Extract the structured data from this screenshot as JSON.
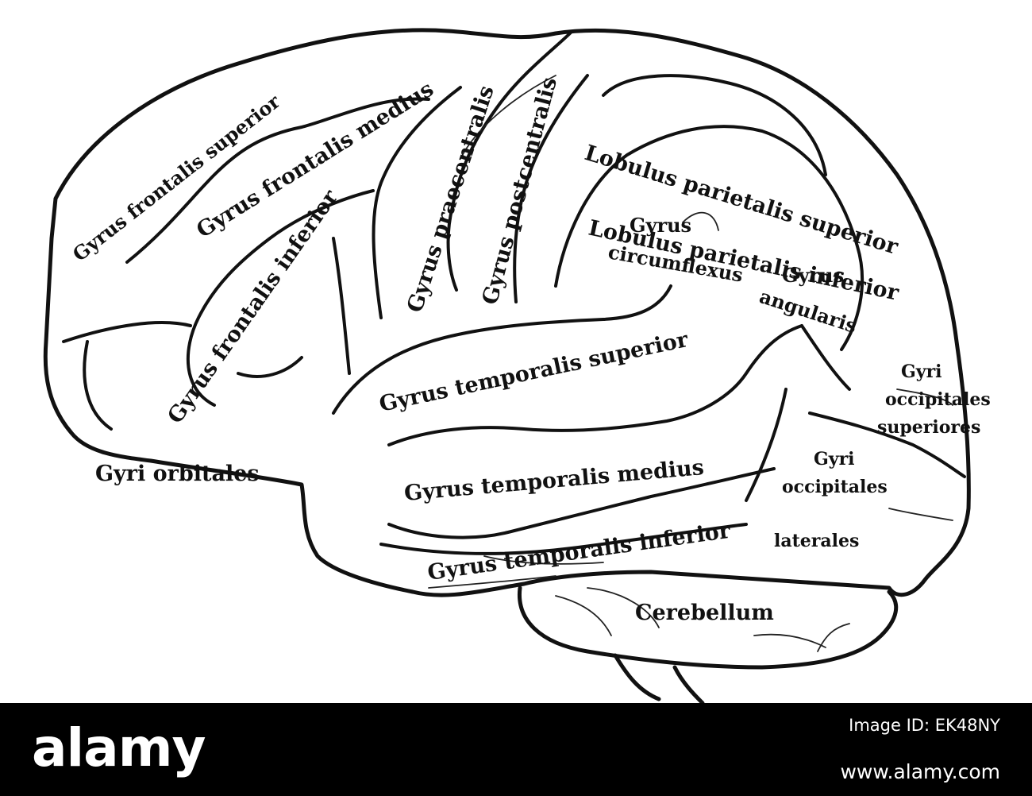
{
  "labels": {
    "gyrus_frontalis_superior": "Gyrus frontalis superior",
    "gyrus_frontalis_medius": "Gyrus frontalis medius",
    "gyrus_frontalis_inferior": "Gyrus frontalis inferior",
    "gyri_orbitales": "Gyri orbitales",
    "gyrus_praecentralis": "Gyrus praecentralis",
    "gyrus_postcentralis": "Gyrus postcentralis",
    "lobulus_parietalis_superior": "Lobulus parietalis superior",
    "lobulus_parietalis_inferior": "Lobulus parietalis inferior",
    "gyrus_circumflexus_line1": "Gyrus",
    "gyrus_circumflexus_line2": "circumflexus",
    "gyrus_angularis_line1": "Gyrus",
    "gyrus_angularis_line2": "angularis",
    "gyri_occipitales_superiores_line1": "Gyri",
    "gyri_occipitales_superiores_line2": "occipitales",
    "gyri_occipitales_superiores_line3": "superiores",
    "gyri_occipitales_laterales_line1": "Gyri",
    "gyri_occipitales_laterales_line2": "occipitales",
    "gyri_occipitales_laterales_line3": "laterales",
    "gyrus_temporalis_superior": "Gyrus temporalis superior",
    "gyrus_temporalis_medius": "Gyrus temporalis medius",
    "gyrus_temporalis_inferior": "Gyrus temporalis inferior",
    "cerebellum": "Cerebellum"
  },
  "footer": {
    "brand": "alamy",
    "image_id": "Image ID: EK48NY",
    "url": "www.alamy.com"
  },
  "colors": {
    "ink": "#111111",
    "paper": "#ffffff",
    "footer_bg": "#000000",
    "footer_text": "#ffffff"
  }
}
